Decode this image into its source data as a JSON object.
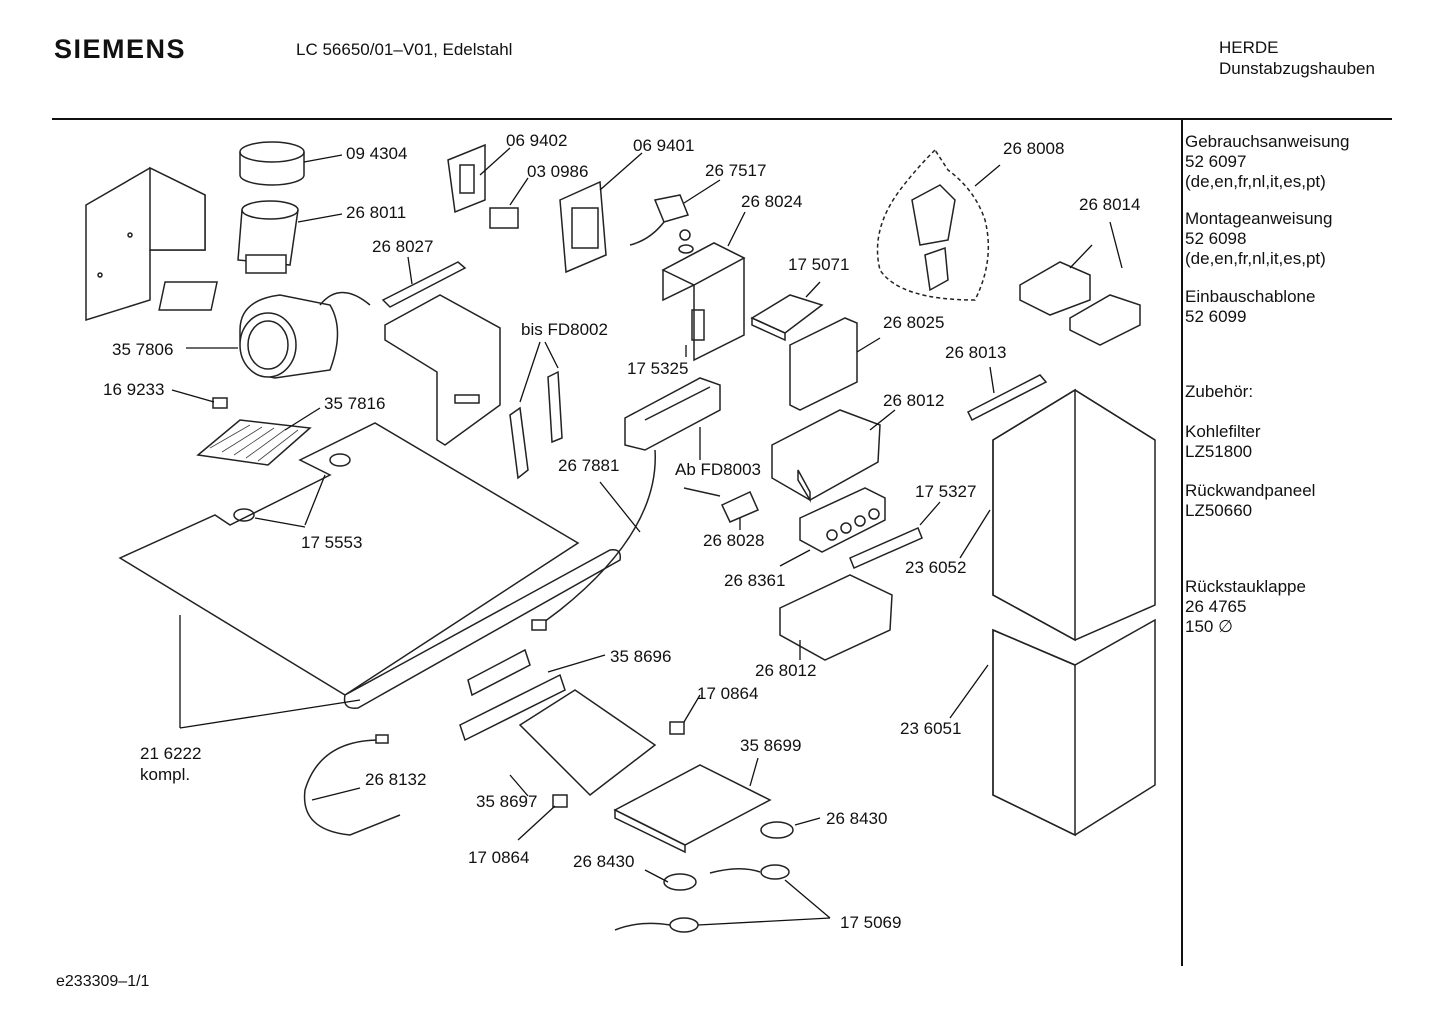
{
  "header": {
    "brand": "SIEMENS",
    "model": "LC 56650/01–V01, Edelstahl",
    "category_line1": "HERDE",
    "category_line2": "Dunstabzugshauben"
  },
  "footer": {
    "code": "e233309–1/1"
  },
  "sidebar": {
    "blocks": [
      {
        "lines": [
          "Gebrauchsanweisung",
          "52 6097",
          "(de,en,fr,nl,it,es,pt)"
        ]
      },
      {
        "lines": [
          "Montageanweisung",
          "52 6098",
          "(de,en,fr,nl,it,es,pt)"
        ]
      },
      {
        "lines": [
          "Einbauschablone",
          "52 6099"
        ]
      },
      {
        "lines": [
          "Zubehör:"
        ]
      },
      {
        "lines": [
          "Kohlefilter",
          "LZ51800"
        ]
      },
      {
        "lines": [
          "Rückwandpaneel",
          "LZ50660"
        ]
      },
      {
        "lines": [
          "Rückstauklappe",
          "26 4765",
          "150 ∅"
        ]
      }
    ]
  },
  "parts": {
    "p094304": "09 4304",
    "p268011": "26 8011",
    "p357806": "35 7806",
    "p169233": "16 9233",
    "p357816": "35 7816",
    "p268027": "26 8027",
    "p069402": "06 9402",
    "p030986": "03 0986",
    "p069401": "06 9401",
    "p267517": "26 7517",
    "p268024": "26 8024",
    "p175071": "17 5071",
    "p268025": "26 8025",
    "p268008": "26 8008",
    "p268014": "26 8014",
    "p268013": "26 8013",
    "p268012a": "26 8012",
    "p175327": "17 5327",
    "p236052": "23 6052",
    "p268361": "26 8361",
    "p268028": "26 8028",
    "p268012b": "26 8012",
    "p236051": "23 6051",
    "bis_fd": "bis FD8002",
    "p175325": "17 5325",
    "ab_fd": "Ab FD8003",
    "p267881": "26 7881",
    "p175553": "17 5553",
    "p358696": "35 8696",
    "p170864a": "17 0864",
    "p358699": "35 8699",
    "p358697": "35 8697",
    "p170864b": "17 0864",
    "p268430a": "26 8430",
    "p268430b": "26 8430",
    "p175069": "17 5069",
    "p216222": "21 6222",
    "kompl": "kompl.",
    "p268132": "26 8132"
  }
}
